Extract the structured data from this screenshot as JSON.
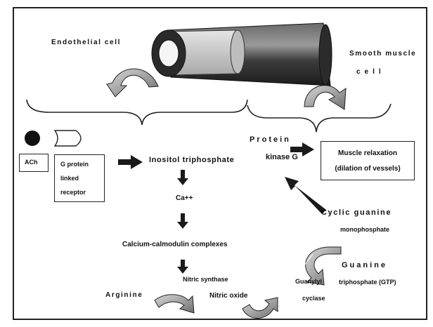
{
  "labels": {
    "endothelial_cell": "Endothelial cell",
    "smooth_muscle_cell_line1": "Smooth muscle",
    "smooth_muscle_cell_line2": "c e l l",
    "ach": "ACh",
    "g_protein_receptor": [
      "G protein",
      "linked",
      "receptor"
    ],
    "inositol_triphosphate": "Inositol triphosphate",
    "ca": "Ca++",
    "calcium_calmodulin": "Calcium-calmodulin complexes",
    "nitric_synthase": "Nitric synthase",
    "arginine": "Arginine",
    "nitric_oxide": "Nitric oxide",
    "protein_kinase_line1": "Protein",
    "protein_kinase_line2": "kinase G",
    "muscle_relaxation": [
      "Muscle relaxation",
      "(dilation of vessels)"
    ],
    "cyclic_gmp": [
      "Cyclic guanine",
      "monophosphate"
    ],
    "guanylyl_cyclase": [
      "Guanylyl",
      "cyclase"
    ],
    "gtp": [
      "Guanine",
      "triphosphate (GTP)"
    ]
  },
  "colors": {
    "ink": "#111111",
    "tube_outer": "#3a3a3a",
    "tube_inner": "#c9c9c9",
    "curved_arrow": "#8a8a8a",
    "arrow": "#1a1a1a"
  },
  "icons": [
    "curved-arrow-icon",
    "right-arrow-icon",
    "down-arrow-icon",
    "diagonal-arrow-icon",
    "ach-dot-icon",
    "receptor-shape-icon",
    "vessel-tube-icon",
    "brace-icon"
  ]
}
